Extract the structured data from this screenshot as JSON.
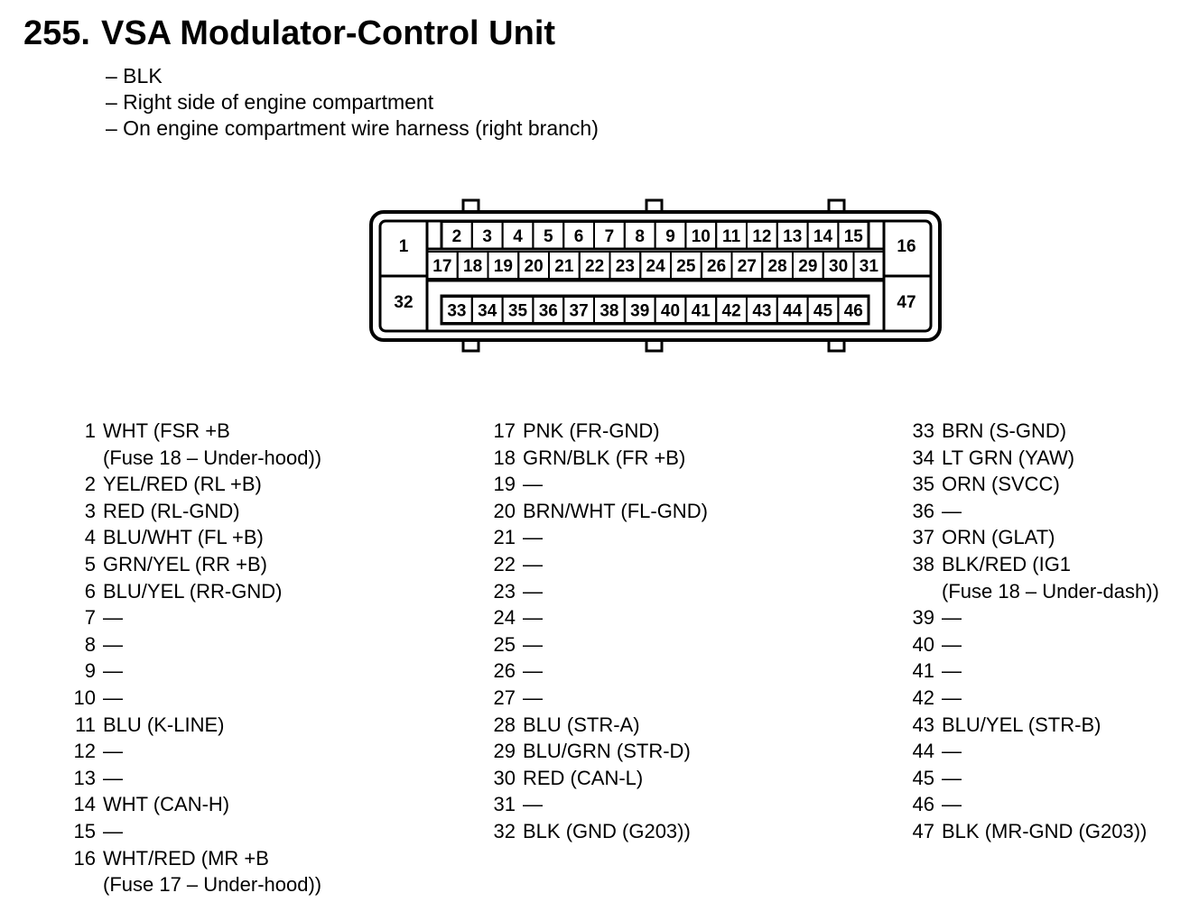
{
  "title": {
    "number": "255.",
    "text": "VSA Modulator-Control Unit"
  },
  "notes": [
    "– BLK",
    "– Right side of engine compartment",
    "– On engine compartment wire harness (right branch)"
  ],
  "connector": {
    "top_row": [
      "2",
      "3",
      "4",
      "5",
      "6",
      "7",
      "8",
      "9",
      "10",
      "11",
      "12",
      "13",
      "14",
      "15"
    ],
    "mid_row": [
      "17",
      "18",
      "19",
      "20",
      "21",
      "22",
      "23",
      "24",
      "25",
      "26",
      "27",
      "28",
      "29",
      "30",
      "31"
    ],
    "bottom_row": [
      "33",
      "34",
      "35",
      "36",
      "37",
      "38",
      "39",
      "40",
      "41",
      "42",
      "43",
      "44",
      "45",
      "46"
    ],
    "corner_left_top": "1",
    "corner_left_bottom": "32",
    "corner_right_top": "16",
    "corner_right_bottom": "47"
  },
  "pins": {
    "col1": [
      {
        "num": "1",
        "desc": "WHT (FSR +B\n(Fuse 18 – Under-hood))"
      },
      {
        "num": "2",
        "desc": "YEL/RED (RL +B)"
      },
      {
        "num": "3",
        "desc": "RED (RL-GND)"
      },
      {
        "num": "4",
        "desc": "BLU/WHT (FL +B)"
      },
      {
        "num": "5",
        "desc": "GRN/YEL (RR +B)"
      },
      {
        "num": "6",
        "desc": "BLU/YEL (RR-GND)"
      },
      {
        "num": "7",
        "desc": "—"
      },
      {
        "num": "8",
        "desc": "—"
      },
      {
        "num": "9",
        "desc": "—"
      },
      {
        "num": "10",
        "desc": "—"
      },
      {
        "num": "11",
        "desc": "BLU (K-LINE)"
      },
      {
        "num": "12",
        "desc": "—"
      },
      {
        "num": "13",
        "desc": "—"
      },
      {
        "num": "14",
        "desc": "WHT (CAN-H)"
      },
      {
        "num": "15",
        "desc": "—"
      },
      {
        "num": "16",
        "desc": "WHT/RED (MR +B\n(Fuse 17 – Under-hood))"
      }
    ],
    "col2": [
      {
        "num": "17",
        "desc": "PNK (FR-GND)"
      },
      {
        "num": "18",
        "desc": "GRN/BLK (FR +B)"
      },
      {
        "num": "19",
        "desc": "—"
      },
      {
        "num": "20",
        "desc": "BRN/WHT (FL-GND)"
      },
      {
        "num": "21",
        "desc": "—"
      },
      {
        "num": "22",
        "desc": "—"
      },
      {
        "num": "23",
        "desc": "—"
      },
      {
        "num": "24",
        "desc": "—"
      },
      {
        "num": "25",
        "desc": "—"
      },
      {
        "num": "26",
        "desc": "—"
      },
      {
        "num": "27",
        "desc": "—"
      },
      {
        "num": "28",
        "desc": "BLU (STR-A)"
      },
      {
        "num": "29",
        "desc": "BLU/GRN (STR-D)"
      },
      {
        "num": "30",
        "desc": "RED (CAN-L)"
      },
      {
        "num": "31",
        "desc": "—"
      },
      {
        "num": "32",
        "desc": "BLK (GND (G203))"
      }
    ],
    "col3": [
      {
        "num": "33",
        "desc": "BRN (S-GND)"
      },
      {
        "num": "34",
        "desc": "LT GRN (YAW)"
      },
      {
        "num": "35",
        "desc": "ORN (SVCC)"
      },
      {
        "num": "36",
        "desc": "—"
      },
      {
        "num": "37",
        "desc": "ORN (GLAT)"
      },
      {
        "num": "38",
        "desc": "BLK/RED (IG1\n(Fuse 18 – Under-dash))"
      },
      {
        "num": "39",
        "desc": "—"
      },
      {
        "num": "40",
        "desc": "—"
      },
      {
        "num": "41",
        "desc": "—"
      },
      {
        "num": "42",
        "desc": "—"
      },
      {
        "num": "43",
        "desc": "BLU/YEL (STR-B)"
      },
      {
        "num": "44",
        "desc": "—"
      },
      {
        "num": "45",
        "desc": "—"
      },
      {
        "num": "46",
        "desc": "—"
      },
      {
        "num": "47",
        "desc": "BLK (MR-GND (G203))"
      }
    ]
  }
}
